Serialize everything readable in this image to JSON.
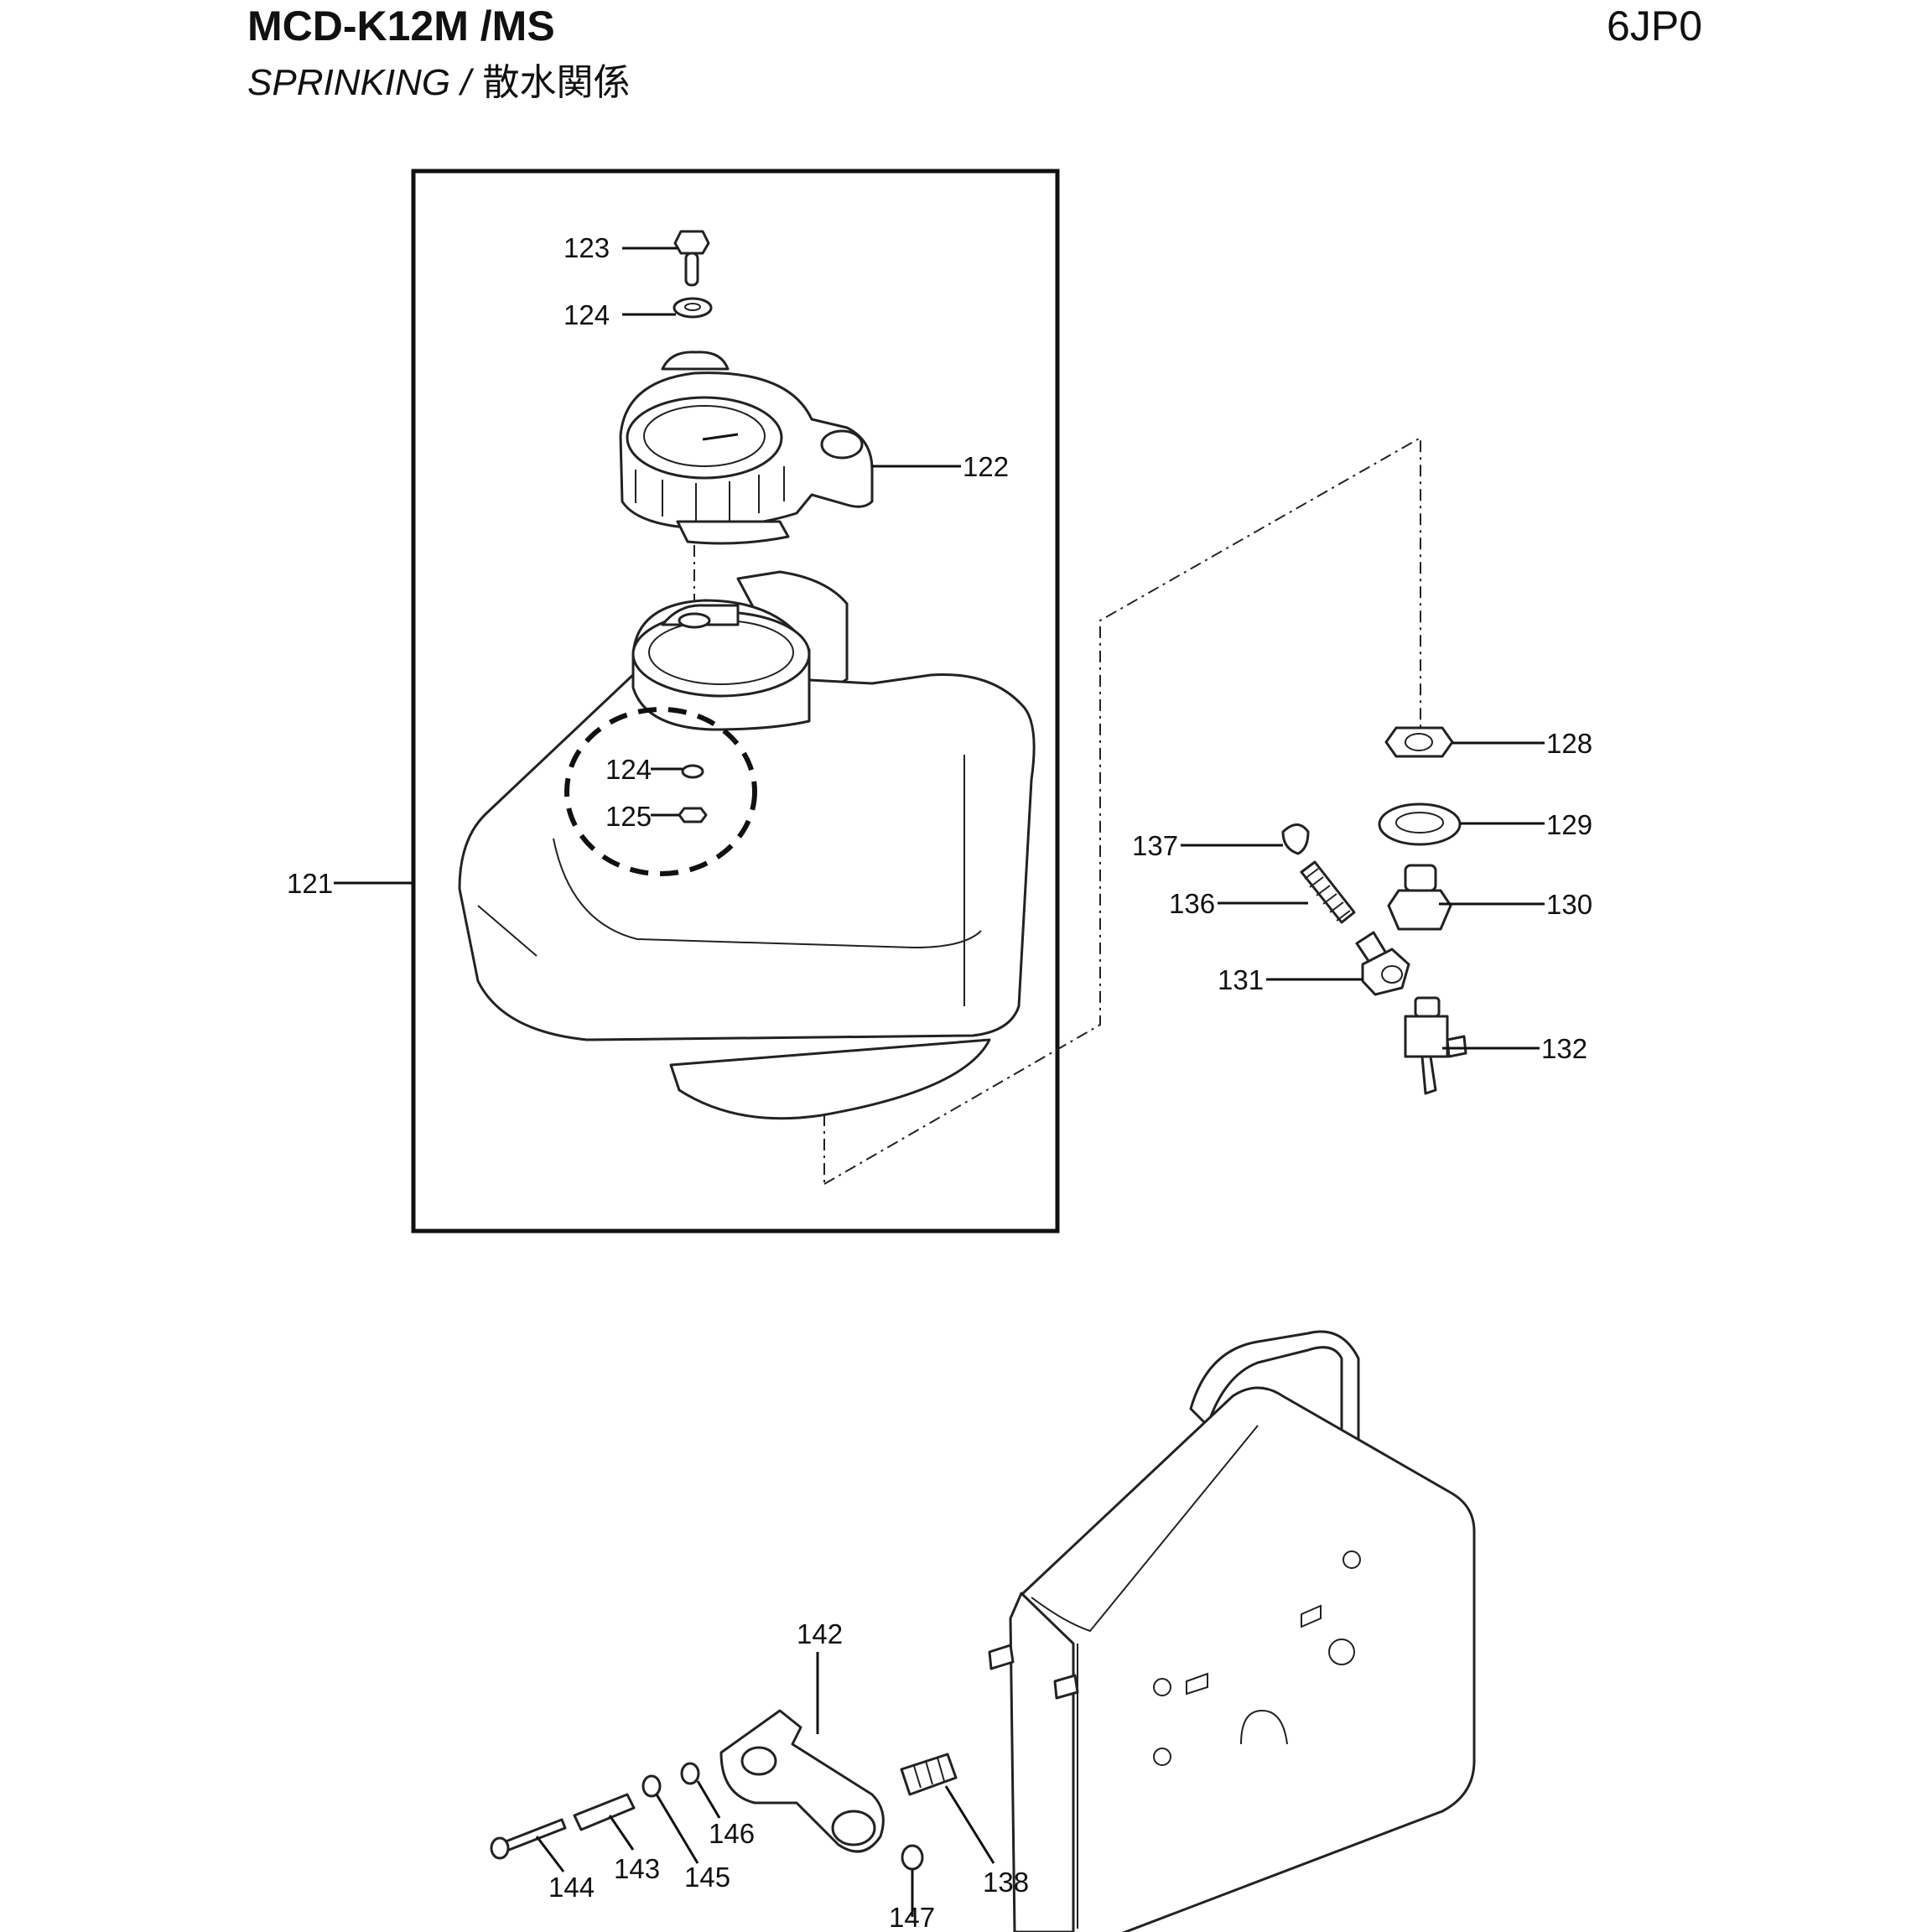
{
  "header": {
    "model": "MCD-K12M /MS",
    "section_en": "SPRINKING /",
    "section_jp": "散水関係",
    "page_code": "6JP0"
  },
  "callouts": {
    "p121": "121",
    "p122": "122",
    "p123": "123",
    "p124a": "124",
    "p124b": "124",
    "p125": "125",
    "p128": "128",
    "p129": "129",
    "p130": "130",
    "p131": "131",
    "p132": "132",
    "p136": "136",
    "p137": "137",
    "p138": "138",
    "p142": "142",
    "p143": "143",
    "p144": "144",
    "p145": "145",
    "p146": "146",
    "p147": "147"
  }
}
